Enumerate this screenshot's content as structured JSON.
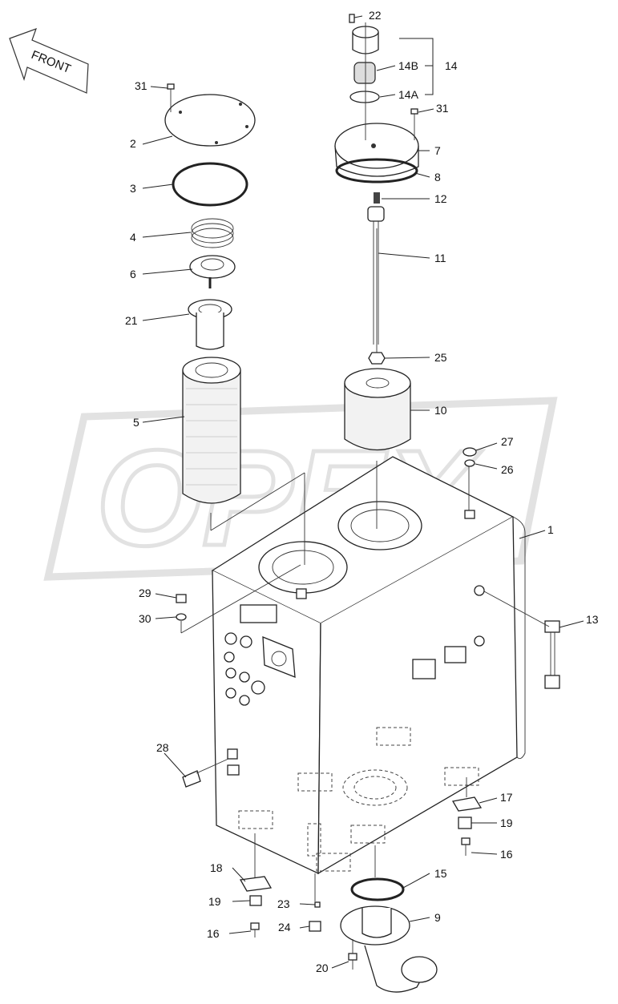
{
  "front_arrow": {
    "label": "FRONT"
  },
  "watermark": {
    "text": "OPEX"
  },
  "callouts": [
    {
      "id": "c22",
      "text": "22"
    },
    {
      "id": "c14B",
      "text": "14B"
    },
    {
      "id": "c14",
      "text": "14"
    },
    {
      "id": "c14A",
      "text": "14A"
    },
    {
      "id": "c31a",
      "text": "31"
    },
    {
      "id": "c31b",
      "text": "31"
    },
    {
      "id": "c7",
      "text": "7"
    },
    {
      "id": "c2",
      "text": "2"
    },
    {
      "id": "c8",
      "text": "8"
    },
    {
      "id": "c3",
      "text": "3"
    },
    {
      "id": "c12",
      "text": "12"
    },
    {
      "id": "c4",
      "text": "4"
    },
    {
      "id": "c11",
      "text": "11"
    },
    {
      "id": "c6",
      "text": "6"
    },
    {
      "id": "c21",
      "text": "21"
    },
    {
      "id": "c25",
      "text": "25"
    },
    {
      "id": "c5",
      "text": "5"
    },
    {
      "id": "c10",
      "text": "10"
    },
    {
      "id": "c27",
      "text": "27"
    },
    {
      "id": "c26",
      "text": "26"
    },
    {
      "id": "c1",
      "text": "1"
    },
    {
      "id": "c29",
      "text": "29"
    },
    {
      "id": "c30",
      "text": "30"
    },
    {
      "id": "c13",
      "text": "13"
    },
    {
      "id": "c28",
      "text": "28"
    },
    {
      "id": "c17",
      "text": "17"
    },
    {
      "id": "c19a",
      "text": "19"
    },
    {
      "id": "c16a",
      "text": "16"
    },
    {
      "id": "c18",
      "text": "18"
    },
    {
      "id": "c15",
      "text": "15"
    },
    {
      "id": "c19b",
      "text": "19"
    },
    {
      "id": "c23",
      "text": "23"
    },
    {
      "id": "c9",
      "text": "9"
    },
    {
      "id": "c16b",
      "text": "16"
    },
    {
      "id": "c24",
      "text": "24"
    },
    {
      "id": "c20",
      "text": "20"
    }
  ]
}
